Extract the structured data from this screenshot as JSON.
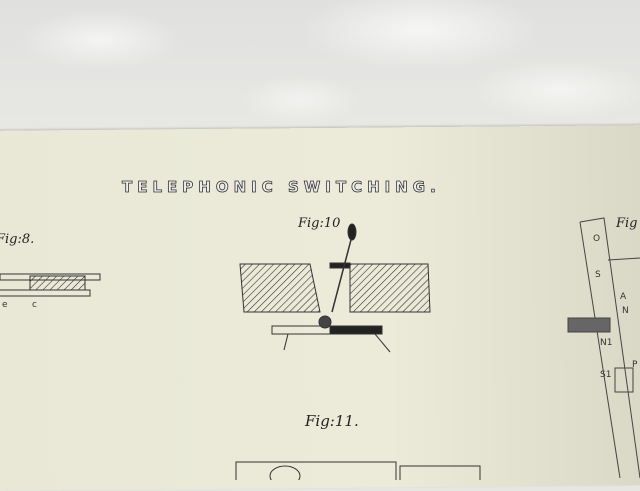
{
  "title": "TELEPHONIC SWITCHING.",
  "figures": {
    "fig8": "Fig:8.",
    "fig10": "Fig:10",
    "fig11": "Fig:11.",
    "fig_right": "Fig"
  },
  "fig8_labels": [
    "e",
    "c"
  ],
  "right_labels": [
    "O",
    "S",
    "A",
    "N",
    "N1",
    "S1",
    "P"
  ]
}
